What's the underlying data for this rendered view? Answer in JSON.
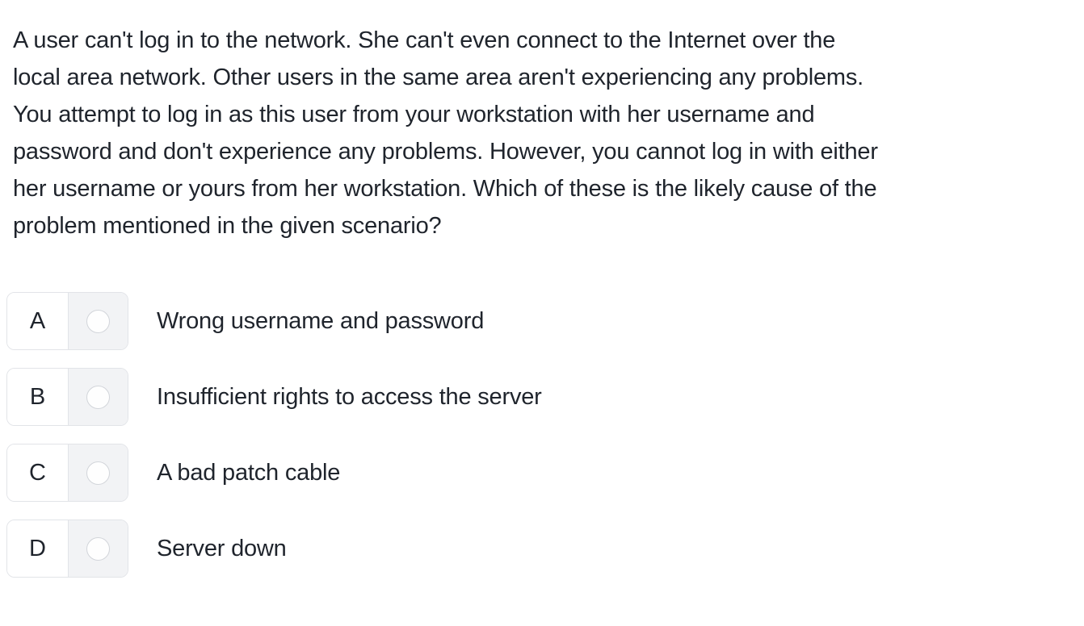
{
  "question": {
    "lines": [
      "A user can't log in to the network. She can't even connect to the Internet over the",
      "local area network. Other users in the same area aren't experiencing any problems.",
      "You attempt to log in as this user from your workstation with her username and",
      "password and don't experience any problems. However, you cannot log in with either",
      "her username or yours from her workstation. Which of these is the likely cause of the",
      "problem mentioned in the given scenario?"
    ]
  },
  "options": [
    {
      "letter": "A",
      "text": "Wrong username and password",
      "selected": false
    },
    {
      "letter": "B",
      "text": "Insufficient rights to access the server",
      "selected": false
    },
    {
      "letter": "C",
      "text": "A bad patch cable",
      "selected": false
    },
    {
      "letter": "D",
      "text": "Server down",
      "selected": false
    }
  ],
  "colors": {
    "background": "#ffffff",
    "text": "#1f242c",
    "option_border": "#e2e4e8",
    "radio_cell_bg": "#f2f3f5",
    "radio_border": "#d2d5da"
  }
}
